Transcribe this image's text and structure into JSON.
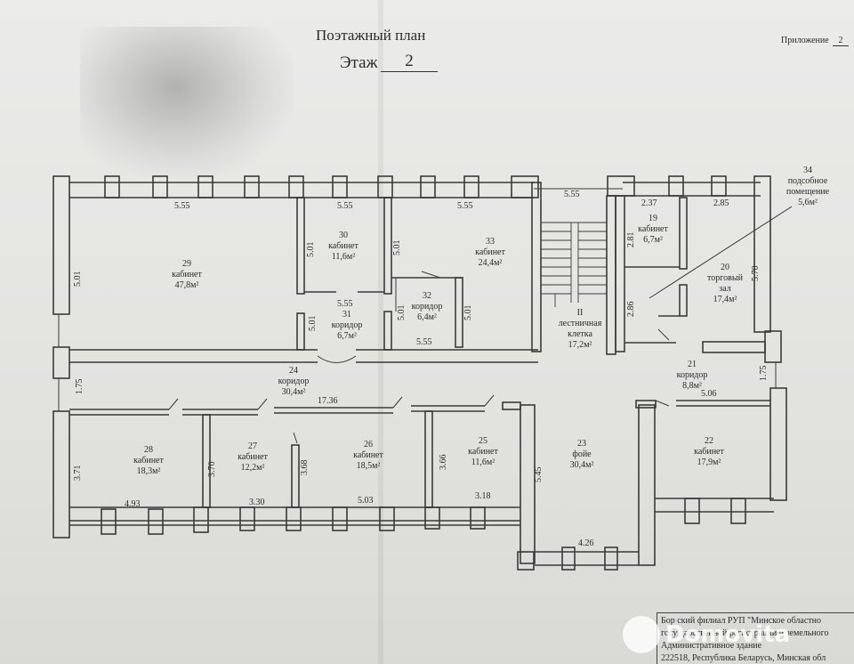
{
  "header": {
    "title": "Поэтажный план",
    "floor_label": "Этаж",
    "floor_value": "2",
    "annex_label": "Приложение",
    "annex_value": "2"
  },
  "rooms": [
    {
      "num": "29",
      "name": "кабинет",
      "area": "47,8м²"
    },
    {
      "num": "30",
      "name": "кабинет",
      "area": "11,6м²"
    },
    {
      "num": "31",
      "name": "коридор",
      "area": "6,7м²"
    },
    {
      "num": "32",
      "name": "коридор",
      "area": "6,4м²"
    },
    {
      "num": "33",
      "name": "кабинет",
      "area": "24,4м²"
    },
    {
      "num": "II",
      "name": "лестничная клетка",
      "area": "17,2м²"
    },
    {
      "num": "19",
      "name": "кабинет",
      "area": "6,7м²"
    },
    {
      "num": "20",
      "name": "торговый зал",
      "area": "17,4м²"
    },
    {
      "num": "34",
      "name": "подсобное помещение",
      "area": "5,6м²"
    },
    {
      "num": "24",
      "name": "коридор",
      "area": "30,4м²"
    },
    {
      "num": "21",
      "name": "коридор",
      "area": "8,8м²"
    },
    {
      "num": "28",
      "name": "кабинет",
      "area": "18,3м²"
    },
    {
      "num": "27",
      "name": "кабинет",
      "area": "12,2м²"
    },
    {
      "num": "26",
      "name": "кабинет",
      "area": "18,5м²"
    },
    {
      "num": "25",
      "name": "кабинет",
      "area": "11,6м²"
    },
    {
      "num": "23",
      "name": "фойе",
      "area": "30,4м²"
    },
    {
      "num": "22",
      "name": "кабинет",
      "area": "17,9м²"
    }
  ],
  "dimensions": {
    "d555a": "5.55",
    "d555b": "5.55",
    "d555c": "5.55",
    "d555d": "5.55",
    "d555e": "5.55",
    "d555f": "5.55",
    "d237": "2.37",
    "d285": "2.85",
    "d501a": "5.01",
    "d501b": "5.01",
    "d501c": "5.01",
    "d501d": "5.01",
    "d501e": "5.01",
    "d501f": "5.01",
    "d281": "2.81",
    "d286": "2.86",
    "d570": "5.70",
    "d175a": "1.75",
    "d175b": "1.75",
    "d1736": "17.36",
    "d506": "5.06",
    "d371": "3.71",
    "d370": "3.70",
    "d368": "3.68",
    "d366": "3.66",
    "d545": "5.45",
    "d493": "4.93",
    "d330": "3.30",
    "d503": "5.03",
    "d318": "3.18",
    "d426": "4.26"
  },
  "stamp": {
    "line1": "Бор      ский филиал РУП \"Минское областно",
    "line2": "госу дарственной регистрации и земельного",
    "line3": "Административное здание",
    "line4": "222518, Республика Беларусь, Минская обл"
  },
  "watermark": "Domovita"
}
